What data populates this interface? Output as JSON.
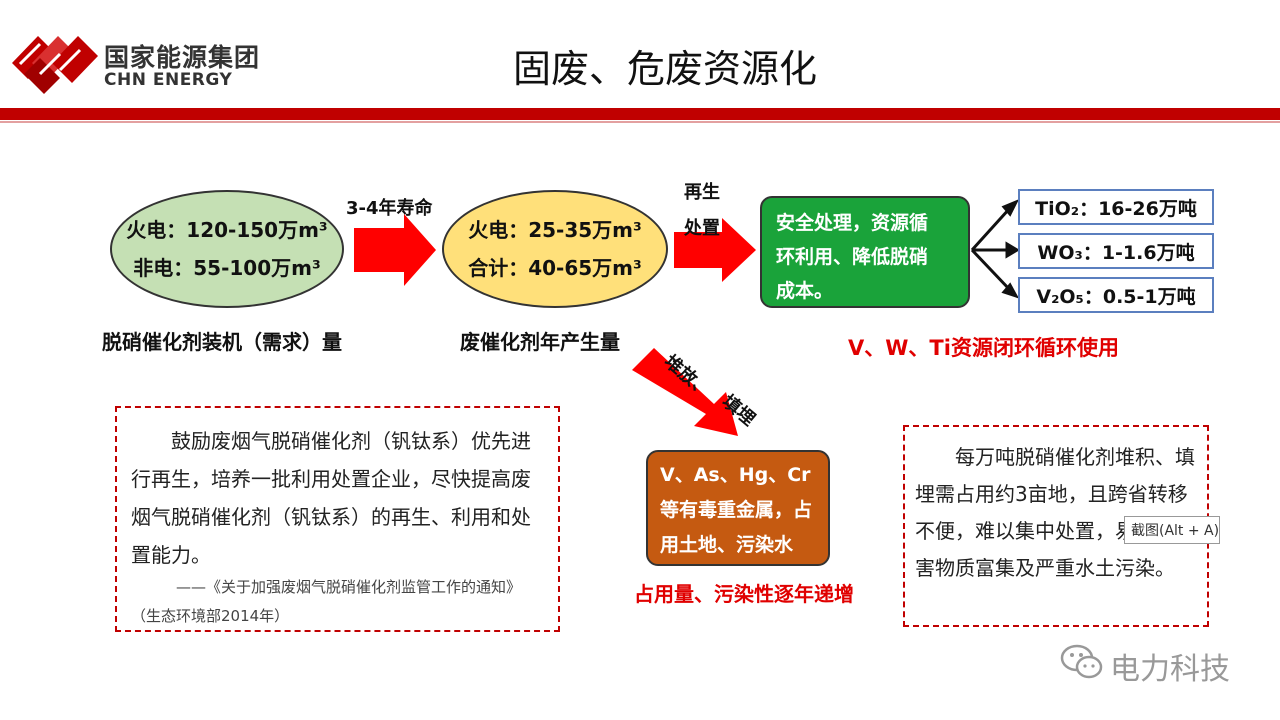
{
  "header": {
    "logo_cn": "国家能源集团",
    "logo_en": "CHN ENERGY",
    "title": "固废、危废资源化"
  },
  "flow": {
    "demand": {
      "line1": "火电：120-150万m³",
      "line2": "非电：55-100万m³",
      "caption": "脱硝催化剂装机（需求）量"
    },
    "lifetime_label": "3-4年寿命",
    "waste": {
      "line1": "火电：25-35万m³",
      "line2": "合计：40-65万m³",
      "caption": "废催化剂年产生量"
    },
    "regen_label_1": "再生",
    "regen_label_2": "处置",
    "green_box": {
      "line1": "安全处理，资源循",
      "line2": "环利用、降低脱硝",
      "line3": "成本。"
    },
    "oxides": [
      {
        "label": "TiO₂：16-26万吨"
      },
      {
        "label": "WO₃：1-1.6万吨"
      },
      {
        "label": "V₂O₅：0.5-1万吨"
      }
    ],
    "recycle_caption": "V、W、Ti资源闭环循环使用",
    "landfill_label_1": "堆放、",
    "landfill_label_2": "填埋",
    "orange_box": {
      "line1": "V、As、Hg、Cr",
      "line2": "等有毒重金属，占",
      "line3": "用土地、污染水土。"
    },
    "landfill_caption": "占用量、污染性逐年递增"
  },
  "notes": {
    "policy": {
      "text": "鼓励废烟气脱硝催化剂（钒钛系）优先进行再生，培养一批利用处置企业，尽快提高废烟气脱硝催化剂（钒钛系）的再生、利用和处置能力。",
      "cite": "——《关于加强废烟气脱硝催化剂监管工作的通知》",
      "source": "（生态环境部2014年）"
    },
    "landfill": {
      "text": "每万吨脱硝催化剂堆积、填埋需占用约3亩地，且跨省转移不便，难以集中处置，易造成有害物质富集及严重水土污染。"
    }
  },
  "tooltip": "截图(Alt + A)",
  "watermark": "电力科技",
  "colors": {
    "brand_red": "#c00000",
    "green": "#1aa33a",
    "orange": "#c55a11",
    "ellipse_green": "#c5e0b4",
    "ellipse_yellow": "#ffe07a",
    "accent_red": "#e00000"
  }
}
